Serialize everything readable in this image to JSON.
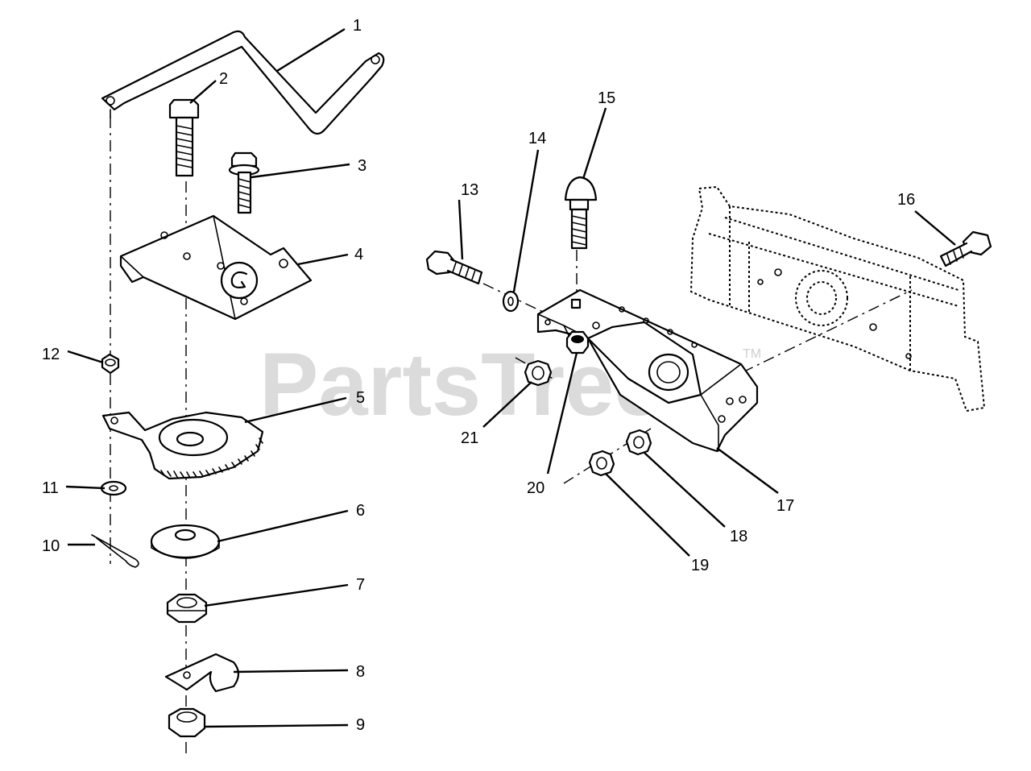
{
  "watermark": {
    "text": "PartsTree",
    "trademark": "TM"
  },
  "callouts": {
    "c1": "1",
    "c2": "2",
    "c3": "3",
    "c4": "4",
    "c5": "5",
    "c6": "6",
    "c7": "7",
    "c8": "8",
    "c9": "9",
    "c10": "10",
    "c11": "11",
    "c12": "12",
    "c13": "13",
    "c14": "14",
    "c15": "15",
    "c16": "16",
    "c17": "17",
    "c18": "18",
    "c19": "19",
    "c20": "20",
    "c21": "21"
  }
}
